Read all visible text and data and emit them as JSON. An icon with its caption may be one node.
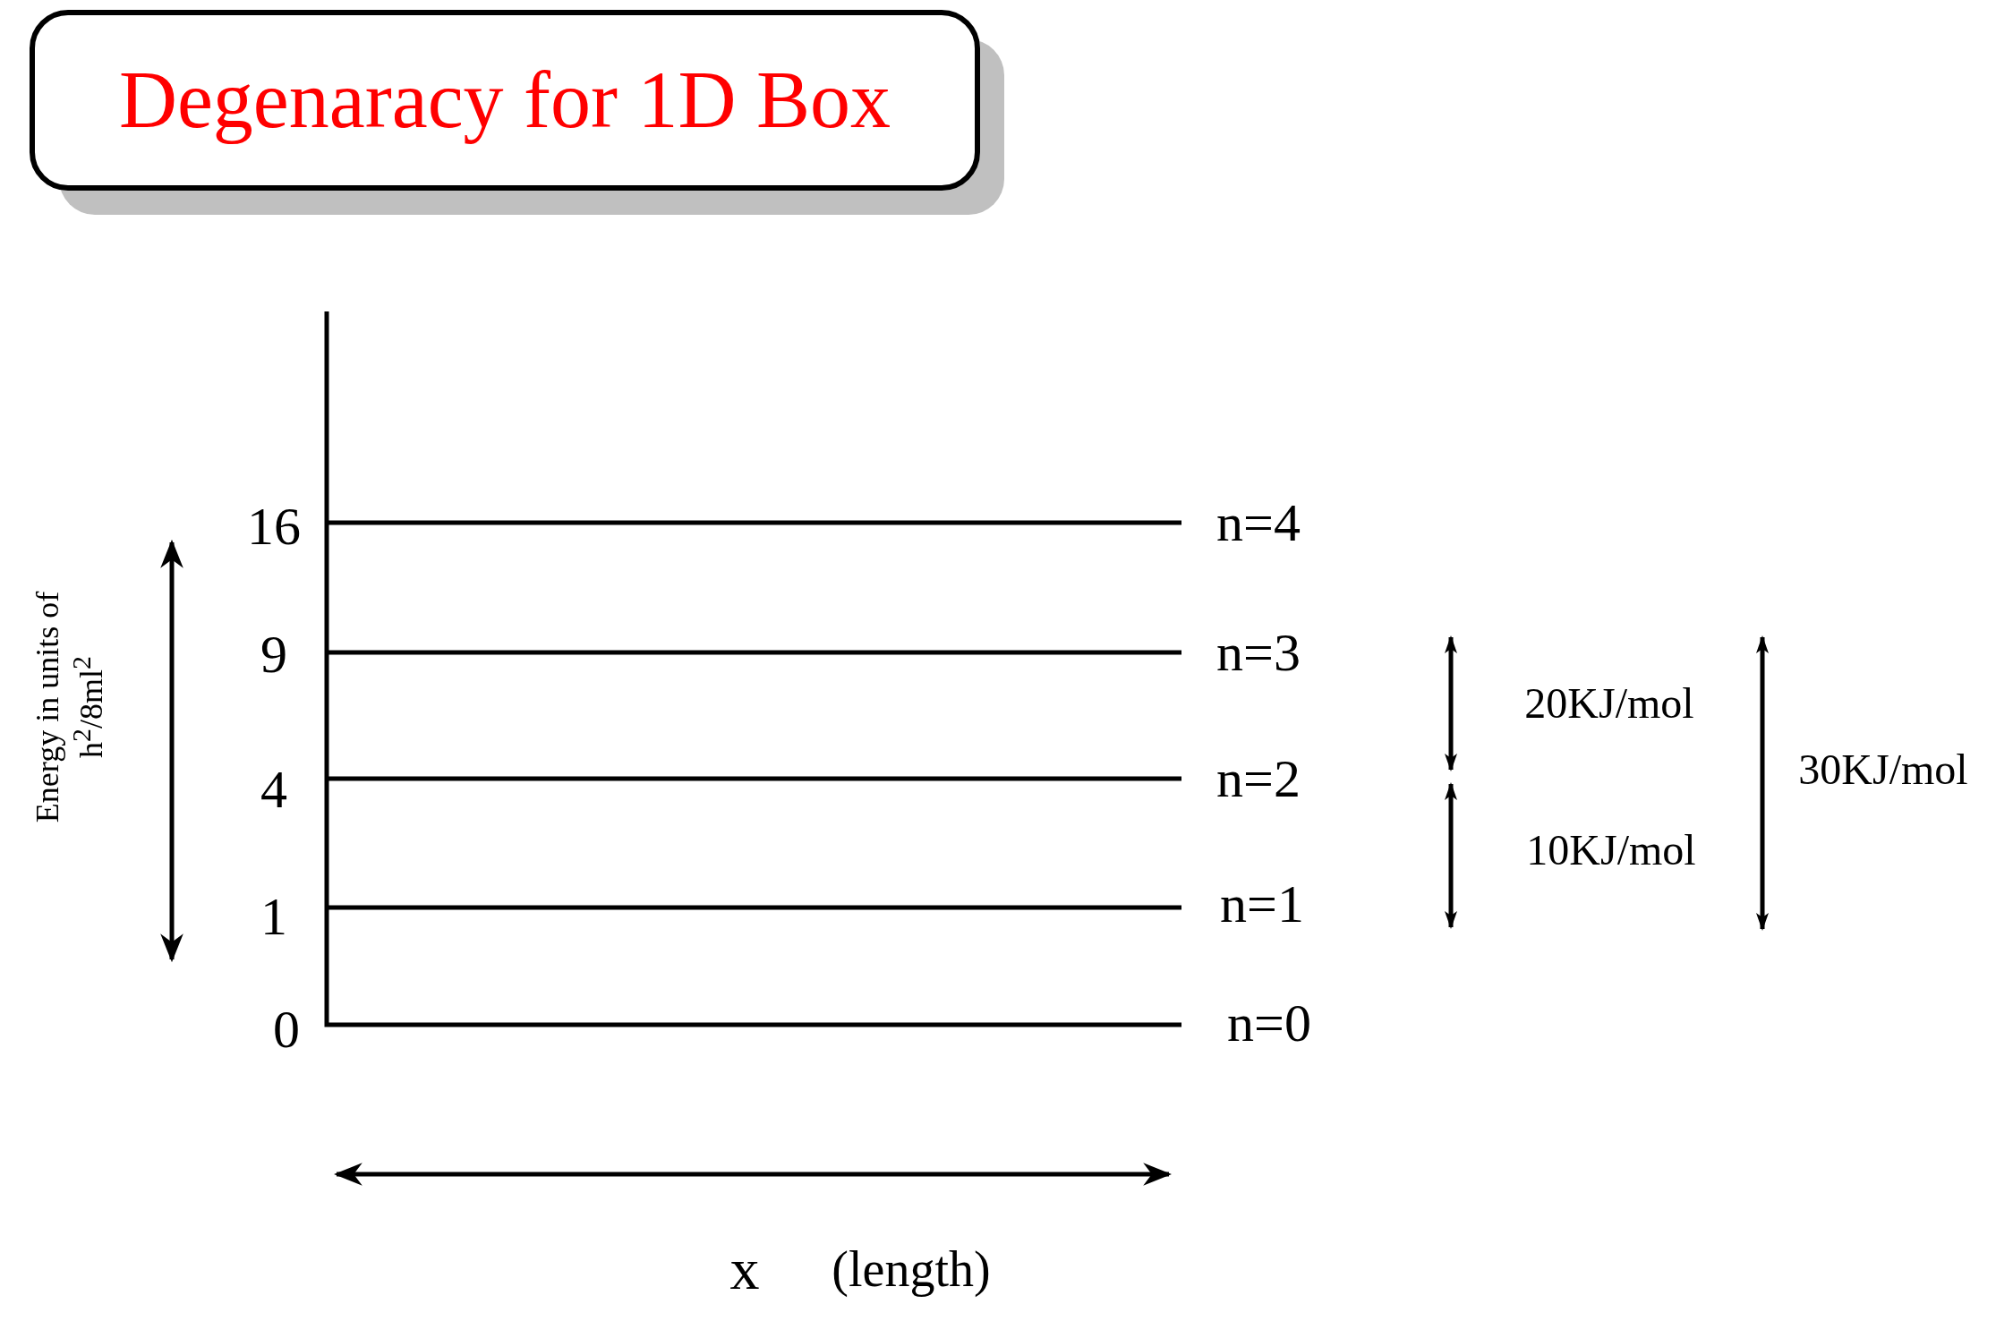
{
  "diagram": {
    "title": "Degenaracy for 1D Box",
    "labels": [
      "16",
      "n=4",
      "Energy in units of h$^{2}$/8ml$^{2}$",
      "9",
      "n=3",
      "20KJ/mol",
      "30KJ/mol",
      "4",
      "n=2",
      "10KJ/mol",
      "1",
      "n=1",
      "0",
      "n=0",
      "x",
      "(length)"
    ]
  }
}
